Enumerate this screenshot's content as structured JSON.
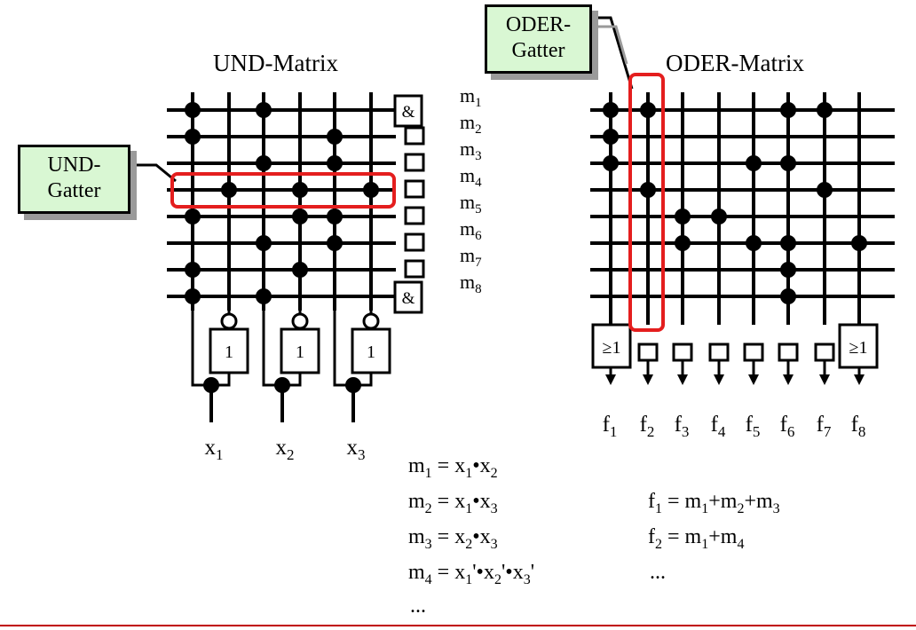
{
  "und_matrix": {
    "title": "UND-Matrix",
    "inputs": [
      {
        "base": "x",
        "sub": "1"
      },
      {
        "base": "x",
        "sub": "2"
      },
      {
        "base": "x",
        "sub": "3"
      }
    ],
    "inverter_label": "1",
    "gate_label": "&"
  },
  "und_callout": {
    "line1": "UND-",
    "line2": "Gatter"
  },
  "oder_callout": {
    "line1": "ODER-",
    "line2": "Gatter"
  },
  "oder_matrix": {
    "title": "ODER-Matrix",
    "gate_label": "≥1",
    "outputs": [
      {
        "base": "f",
        "sub": "1"
      },
      {
        "base": "f",
        "sub": "2"
      },
      {
        "base": "f",
        "sub": "3"
      },
      {
        "base": "f",
        "sub": "4"
      },
      {
        "base": "f",
        "sub": "5"
      },
      {
        "base": "f",
        "sub": "6"
      },
      {
        "base": "f",
        "sub": "7"
      },
      {
        "base": "f",
        "sub": "8"
      }
    ]
  },
  "minterms": [
    {
      "base": "m",
      "sub": "1"
    },
    {
      "base": "m",
      "sub": "2"
    },
    {
      "base": "m",
      "sub": "3"
    },
    {
      "base": "m",
      "sub": "4"
    },
    {
      "base": "m",
      "sub": "5"
    },
    {
      "base": "m",
      "sub": "6"
    },
    {
      "base": "m",
      "sub": "7"
    },
    {
      "base": "m",
      "sub": "8"
    }
  ],
  "equations_m": {
    "m1": {
      "lhs": "m",
      "lhs_sub": "1",
      "a": "x",
      "a_sub": "1",
      "op": "•",
      "b": "x",
      "b_sub": "2"
    },
    "m2": {
      "lhs": "m",
      "lhs_sub": "2",
      "a": "x",
      "a_sub": "1",
      "op": "•",
      "b": "x",
      "b_sub": "3"
    },
    "m3": {
      "lhs": "m",
      "lhs_sub": "3",
      "a": "x",
      "a_sub": "2",
      "op": "•",
      "b": "x",
      "b_sub": "3"
    },
    "m4": {
      "lhs": "m",
      "lhs_sub": "4",
      "a": "x",
      "a_sub": "1",
      "prime": "'",
      "op": "•",
      "b": "x",
      "b_sub": "2",
      "c": "x",
      "c_sub": "3"
    },
    "ellipsis": "..."
  },
  "equations_f": {
    "f1": {
      "lhs": "f",
      "lhs_sub": "1",
      "t1": "m",
      "t1_sub": "1",
      "plus": "+",
      "t2": "m",
      "t2_sub": "2",
      "t3": "m",
      "t3_sub": "3"
    },
    "f2": {
      "lhs": "f",
      "lhs_sub": "2",
      "t1": "m",
      "t1_sub": "1",
      "plus": "+",
      "t2": "m",
      "t2_sub": "4"
    },
    "ellipsis": "..."
  },
  "eq_sign": "=",
  "highlight_color": "#e41e1e",
  "callout_fill": "#d9f7d3",
  "rule_color": "#c00000",
  "connections": {
    "und": [
      [
        0,
        2
      ],
      [
        0,
        4
      ],
      [
        2,
        4
      ],
      [
        1,
        3,
        5
      ],
      [
        0,
        3,
        4
      ],
      [
        2,
        4
      ],
      [
        0,
        3
      ],
      [
        0,
        2
      ]
    ],
    "oder": [
      [
        0,
        1,
        5,
        6
      ],
      [
        0
      ],
      [
        0,
        4,
        5
      ],
      [
        1,
        6
      ],
      [
        2,
        3
      ],
      [
        2,
        4,
        5,
        7
      ],
      [
        5
      ],
      [
        5
      ]
    ]
  }
}
